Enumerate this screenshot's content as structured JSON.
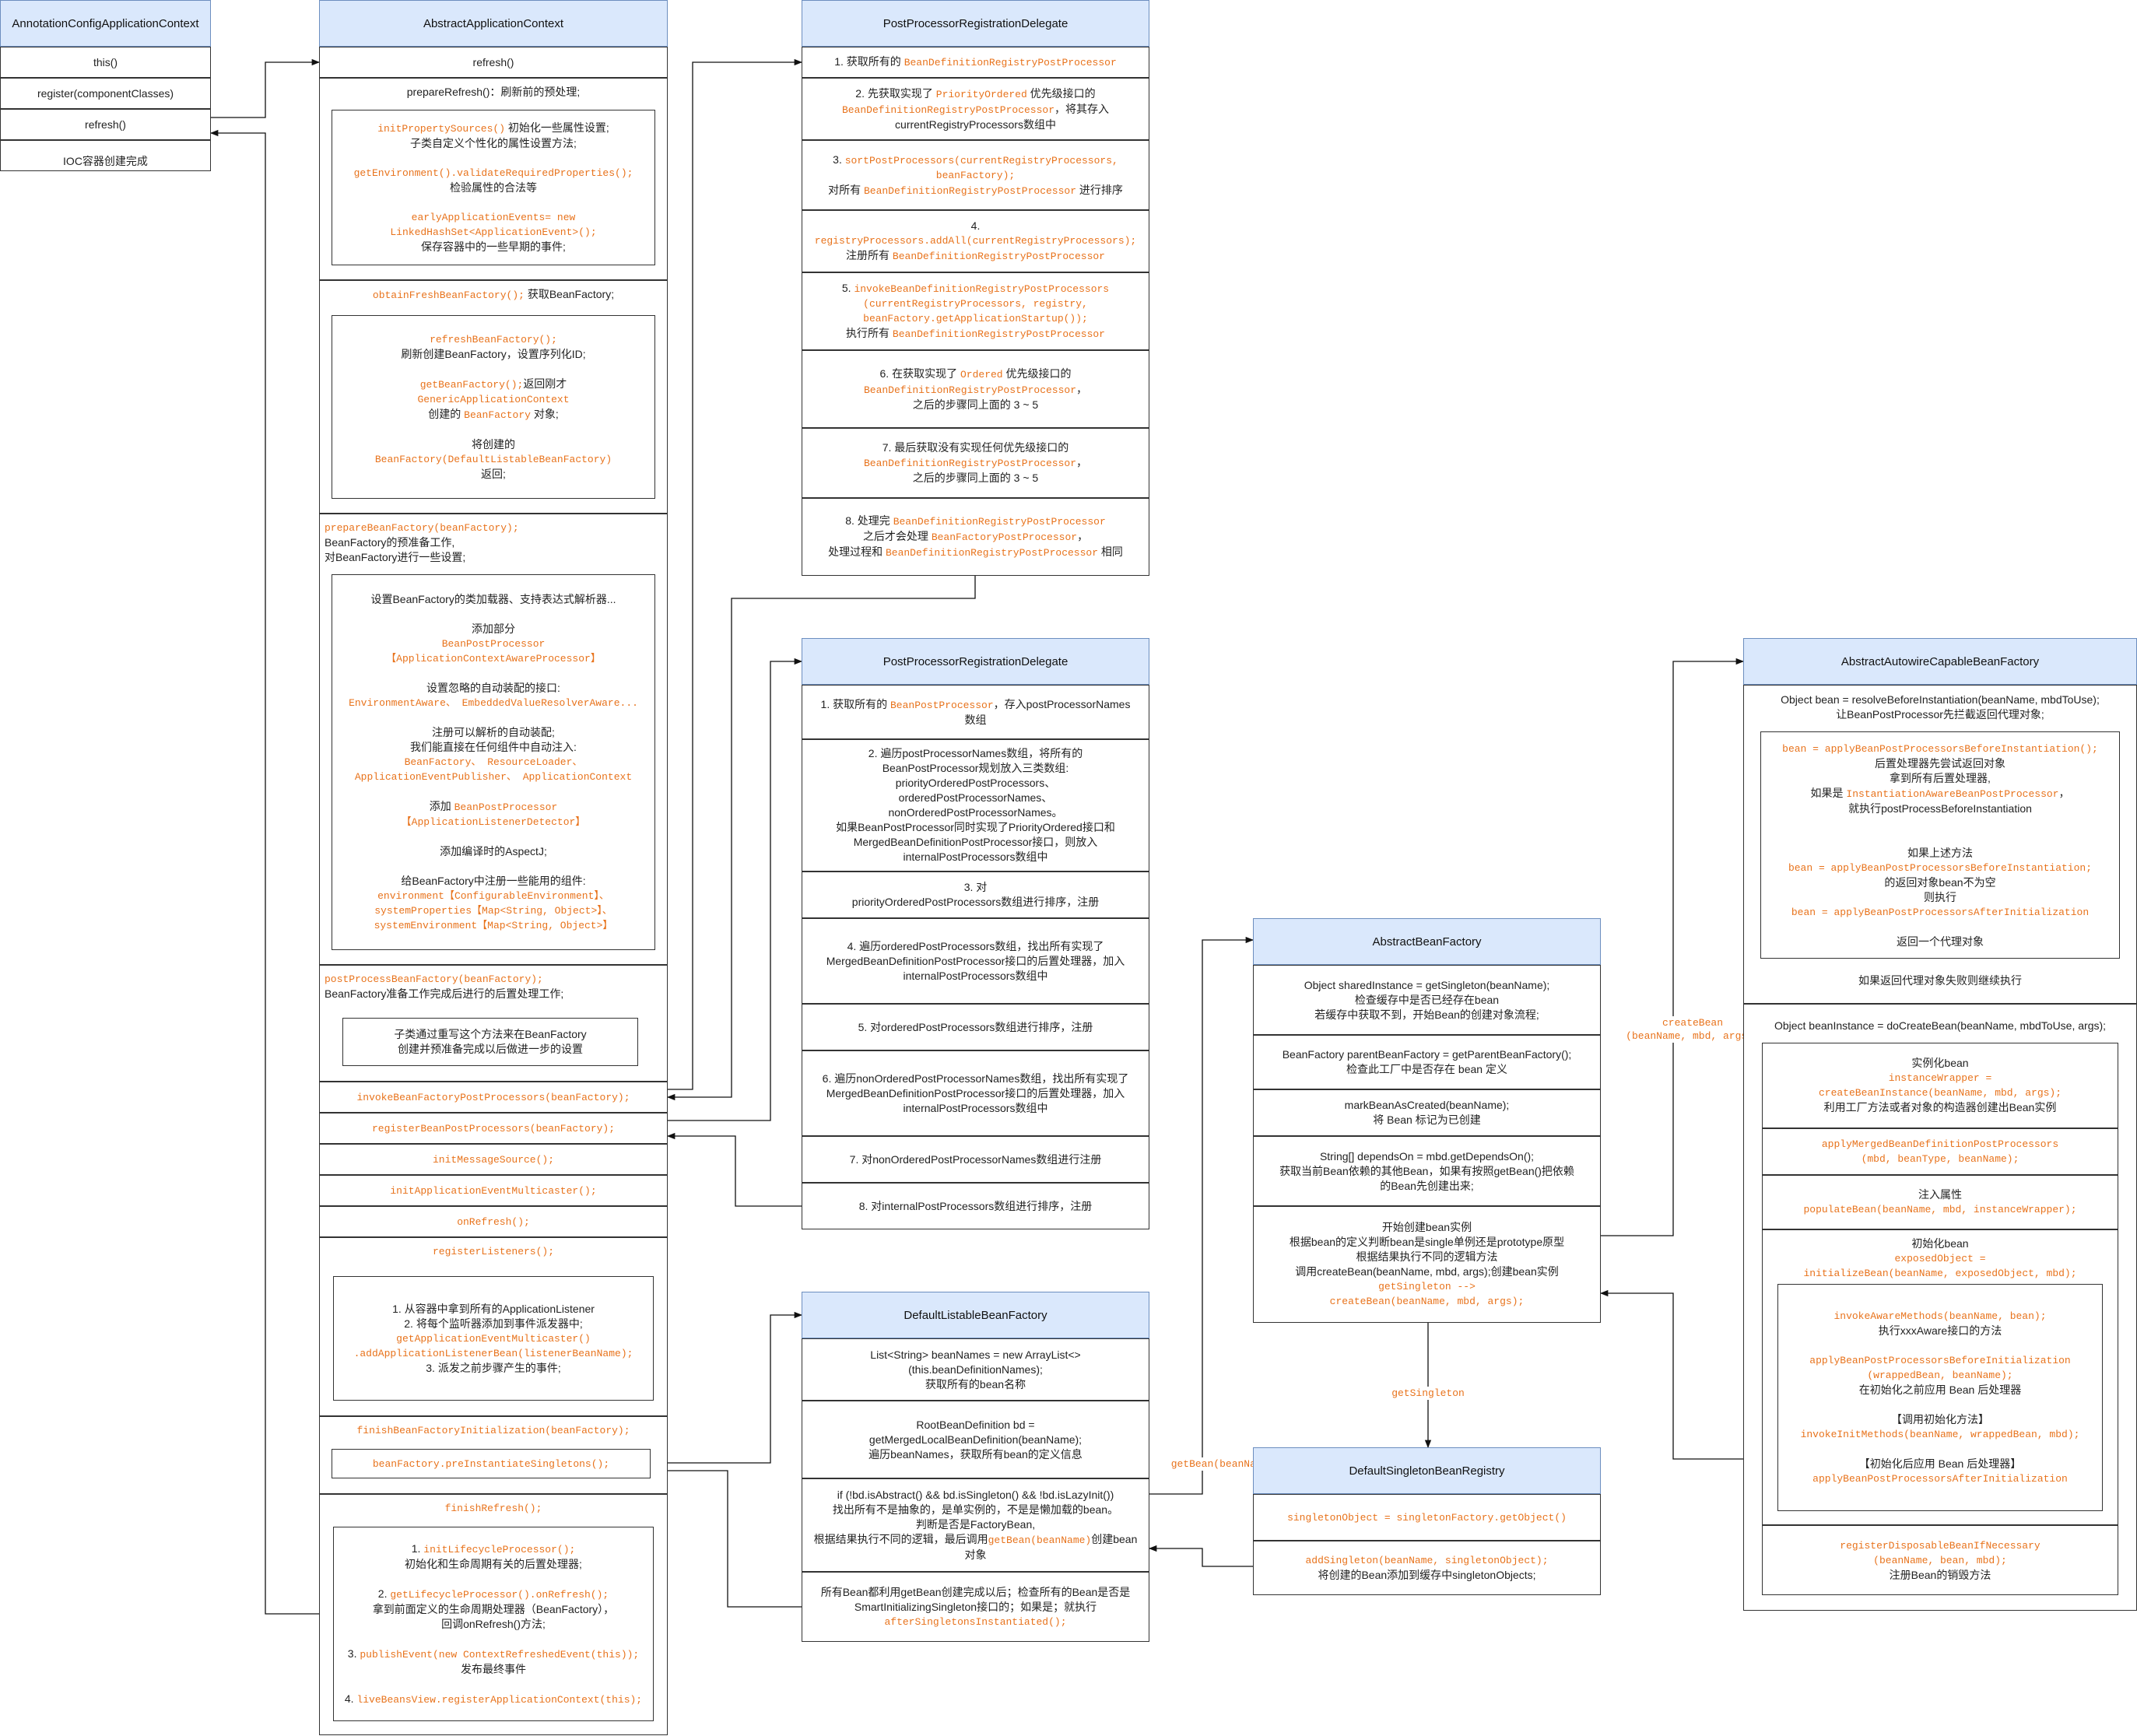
{
  "annotation_context": {
    "title": "AnnotationConfigApplicationContext",
    "rows": [
      "this()",
      "register(componentClasses)",
      "refresh()"
    ],
    "last": "IOC容器创建完成"
  },
  "abstract_app_context": {
    "title": "AbstractApplicationContext",
    "refresh": "refresh()",
    "prepare_refresh": {
      "title": "prepareRefresh()：刷新前的预处理;",
      "inner": [
        {
          "code": "initPropertySources()",
          "text": "初始化一些属性设置;"
        },
        {
          "text": "子类自定义个性化的属性设置方法;"
        },
        {
          "code": "getEnvironment().validateRequiredProperties();"
        },
        {
          "text": "检验属性的合法等"
        },
        {
          "code": "earlyApplicationEvents= new"
        },
        {
          "code": "LinkedHashSet<ApplicationEvent>();"
        },
        {
          "text": "保存容器中的一些早期的事件;"
        }
      ]
    },
    "obtain_bean_factory": {
      "title_code": "obtainFreshBeanFactory();",
      "title_text": "获取BeanFactory;",
      "inner": [
        {
          "code": "refreshBeanFactory();"
        },
        {
          "text": "刷新创建BeanFactory，设置序列化ID;"
        },
        {
          "code": "getBeanFactory();",
          "text": "返回刚才"
        },
        {
          "code": "GenericApplicationContext"
        },
        {
          "text": "创建的",
          "code": "BeanFactory",
          "text2": "对象;"
        },
        {
          "text": "将创建的"
        },
        {
          "code": "BeanFactory(DefaultListableBeanFactory)"
        },
        {
          "text": "返回;"
        }
      ]
    },
    "prepare_bean_factory": {
      "title_code": "prepareBeanFactory(beanFactory);",
      "title_lines": [
        "BeanFactory的预准备工作,",
        "对BeanFactory进行一些设置;"
      ],
      "inner": [
        {
          "text": "设置BeanFactory的类加载器、支持表达式解析器..."
        },
        {
          "text": "添加部分"
        },
        {
          "code": "BeanPostProcessor"
        },
        {
          "code": "【ApplicationContextAwareProcessor】"
        },
        {
          "text": "设置忽略的自动装配的接口:"
        },
        {
          "code": "EnvironmentAware、 EmbeddedValueResolverAware..."
        },
        {
          "text": "注册可以解析的自动装配;"
        },
        {
          "text": "我们能直接在任何组件中自动注入:"
        },
        {
          "code": "BeanFactory、 ResourceLoader、"
        },
        {
          "code": "ApplicationEventPublisher、 ApplicationContext"
        },
        {
          "text": "添加",
          "code": "BeanPostProcessor"
        },
        {
          "code": "【ApplicationListenerDetector】"
        },
        {
          "text": "添加编译时的AspectJ;"
        },
        {
          "text": "给BeanFactory中注册一些能用的组件:"
        },
        {
          "code": "environment【ConfigurableEnvironment】、"
        },
        {
          "code": "systemProperties【Map<String, Object>】、"
        },
        {
          "code": "systemEnvironment【Map<String, Object>】"
        }
      ]
    },
    "post_process_bean_factory": {
      "title_code": "postProcessBeanFactory(beanFactory);",
      "title_text": "BeanFactory准备工作完成后进行的后置处理工作;",
      "inner": [
        "子类通过重写这个方法来在BeanFactory",
        "创建并预准备完成以后做进一步的设置"
      ]
    },
    "invoke_bfpp": "invokeBeanFactoryPostProcessors(beanFactory);",
    "register_bpp": "registerBeanPostProcessors(beanFactory);",
    "init_message_source": "initMessageSource();",
    "init_multicaster": "initApplicationEventMulticaster();",
    "on_refresh": "onRefresh();",
    "register_listeners": {
      "title_code": "registerListeners();",
      "inner": [
        {
          "text": "1. 从容器中拿到所有的ApplicationListener"
        },
        {
          "text": "2. 将每个监听器添加到事件派发器中;"
        },
        {
          "code": "getApplicationEventMulticaster()"
        },
        {
          "code": ".addApplicationListenerBean(listenerBeanName);"
        },
        {
          "text": "3. 派发之前步骤产生的事件;"
        }
      ]
    },
    "finish_bf_init": {
      "title_code": "finishBeanFactoryInitialization(beanFactory);",
      "inner_code": "beanFactory.preInstantiateSingletons();"
    },
    "finish_refresh": {
      "title_code": "finishRefresh();",
      "inner": [
        {
          "text": "1. ",
          "code": "initLifecycleProcessor();"
        },
        {
          "text": "初始化和生命周期有关的后置处理器;"
        },
        {
          "text": "2. ",
          "code": "getLifecycleProcessor().onRefresh();"
        },
        {
          "text": "拿到前面定义的生命周期处理器（BeanFactory），"
        },
        {
          "text": "回调onRefresh()方法;"
        },
        {
          "text": "3. ",
          "code": "publishEvent(new ContextRefreshedEvent(this));"
        },
        {
          "text": "发布最终事件"
        },
        {
          "text": "4. ",
          "code": "liveBeansView.registerApplicationContext(this);"
        }
      ]
    }
  },
  "pprd_1": {
    "title": "PostProcessorRegistrationDelegate",
    "rows": [
      [
        {
          "text": "1. 获取所有的 ",
          "code": "BeanDefinitionRegistryPostProcessor"
        }
      ],
      [
        {
          "text": "2. 先获取实现了 ",
          "code": "PriorityOrdered",
          "text2": " 优先级接口的"
        },
        {
          "code": "BeanDefinitionRegistryPostProcessor",
          "text": "，将其存入"
        },
        {
          "text": "currentRegistryProcessors数组中"
        }
      ],
      [
        {
          "text": "3. ",
          "code": "sortPostProcessors(currentRegistryProcessors,"
        },
        {
          "code": "beanFactory);"
        },
        {
          "text": "对所有 ",
          "code": "BeanDefinitionRegistryPostProcessor",
          "text2": " 进行排序"
        }
      ],
      [
        {
          "text": "4."
        },
        {
          "code": "registryProcessors.addAll(currentRegistryProcessors);"
        },
        {
          "text": "注册所有 ",
          "code": "BeanDefinitionRegistryPostProcessor"
        }
      ],
      [
        {
          "text": "5. ",
          "code": "invokeBeanDefinitionRegistryPostProcessors"
        },
        {
          "code": "(currentRegistryProcessors, registry,"
        },
        {
          "code": "beanFactory.getApplicationStartup());"
        },
        {
          "text": "执行所有 ",
          "code": "BeanDefinitionRegistryPostProcessor"
        }
      ],
      [
        {
          "text": "6. 在获取实现了 ",
          "code": "Ordered",
          "text2": " 优先级接口的"
        },
        {
          "code": "BeanDefinitionRegistryPostProcessor",
          "text": "，"
        },
        {
          "text": "之后的步骤同上面的 3 ~ 5"
        }
      ],
      [
        {
          "text": "7. 最后获取没有实现任何优先级接口的"
        },
        {
          "code": "BeanDefinitionRegistryPostProcessor",
          "text": "，"
        },
        {
          "text": "之后的步骤同上面的 3 ~ 5"
        }
      ],
      [
        {
          "text": "8. 处理完 ",
          "code": "BeanDefinitionRegistryPostProcessor"
        },
        {
          "text": "之后才会处理 ",
          "code": "BeanFactoryPostProcessor",
          "text2": "，"
        },
        {
          "text": "处理过程和 ",
          "code": "BeanDefinitionRegistryPostProcessor",
          "text2": " 相同"
        }
      ]
    ]
  },
  "pprd_2": {
    "title": "PostProcessorRegistrationDelegate",
    "rows": [
      [
        {
          "text": "1. 获取所有的 ",
          "code": "BeanPostProcessor",
          "text2": "，存入postProcessorNames"
        },
        {
          "text": "数组"
        }
      ],
      [
        {
          "text": "2. 遍历postProcessorNames数组，将所有的"
        },
        {
          "text": "BeanPostProcessor规划放入三类数组:"
        },
        {
          "text": "priorityOrderedPostProcessors、"
        },
        {
          "text": "orderedPostProcessorNames、"
        },
        {
          "text": "nonOrderedPostProcessorNames。"
        },
        {
          "text": "如果BeanPostProcessor同时实现了PriorityOrdered接口和"
        },
        {
          "text": "MergedBeanDefinitionPostProcessor接口，则放入"
        },
        {
          "text": "internalPostProcessors数组中"
        }
      ],
      [
        {
          "text": "3. 对"
        },
        {
          "text": "priorityOrderedPostProcessors数组进行排序，注册"
        }
      ],
      [
        {
          "text": "4. 遍历orderedPostProcessors数组，找出所有实现了"
        },
        {
          "text": "MergedBeanDefinitionPostProcessor接口的后置处理器，加入"
        },
        {
          "text": "internalPostProcessors数组中"
        }
      ],
      [
        {
          "text": "5. 对orderedPostProcessors数组进行排序，注册"
        }
      ],
      [
        {
          "text": "6. 遍历nonOrderedPostProcessorNames数组，找出所有实现了"
        },
        {
          "text": "MergedBeanDefinitionPostProcessor接口的后置处理器，加入"
        },
        {
          "text": "internalPostProcessors数组中"
        }
      ],
      [
        {
          "text": "7. 对nonOrderedPostProcessorNames数组进行注册"
        }
      ],
      [
        {
          "text": "8. 对internalPostProcessors数组进行排序，注册"
        }
      ]
    ]
  },
  "dlbf": {
    "title": "DefaultListableBeanFactory",
    "rows": [
      [
        {
          "text": "List<String> beanNames = new ArrayList<>"
        },
        {
          "text": "(this.beanDefinitionNames);"
        },
        {
          "text": "获取所有的bean名称"
        }
      ],
      [
        {
          "text": "RootBeanDefinition bd ="
        },
        {
          "text": "getMergedLocalBeanDefinition(beanName);"
        },
        {
          "text": "遍历beanNames，获取所有bean的定义信息"
        }
      ],
      [
        {
          "text": "if (!bd.isAbstract() && bd.isSingleton() && !bd.isLazyInit())"
        },
        {
          "text": "找出所有不是抽象的，是单实例的，不是是懒加载的bean。"
        },
        {
          "text": "判断是否是FactoryBean,"
        },
        {
          "text": "根据结果执行不同的逻辑，最后调用",
          "code": "getBean(beanName)",
          "text2": "创建bean"
        },
        {
          "text": "对象"
        }
      ],
      [
        {
          "text": "所有Bean都利用getBean创建完成以后；检查所有的Bean是否是"
        },
        {
          "text": "SmartInitializingSingleton接口的；如果是；就执行"
        },
        {
          "code": "afterSingletonsInstantiated();"
        }
      ]
    ]
  },
  "abf": {
    "title": "AbstractBeanFactory",
    "rows": [
      [
        {
          "text": "Object sharedInstance = getSingleton(beanName);"
        },
        {
          "text": "检查缓存中是否已经存在bean"
        },
        {
          "text": "若缓存中获取不到，开始Bean的创建对象流程;"
        }
      ],
      [
        {
          "text": "BeanFactory parentBeanFactory = getParentBeanFactory();"
        },
        {
          "text": "检查此工厂中是否存在 bean 定义"
        }
      ],
      [
        {
          "text": "markBeanAsCreated(beanName);"
        },
        {
          "text": "将 Bean 标记为已创建"
        }
      ],
      [
        {
          "text": "String[] dependsOn = mbd.getDependsOn();"
        },
        {
          "text": "获取当前Bean依赖的其他Bean，如果有按照getBean()把依赖"
        },
        {
          "text": "的Bean先创建出来;"
        }
      ],
      [
        {
          "text": "开始创建bean实例"
        },
        {
          "text": "根据bean的定义判断bean是single单例还是prototype原型"
        },
        {
          "text": "根据结果执行不同的逻辑方法"
        },
        {
          "text": "调用createBean(beanName, mbd, args);创建bean实例"
        },
        {
          "text": " "
        },
        {
          "code": "getSingleton -->"
        },
        {
          "code": "createBean(beanName, mbd, args);"
        }
      ]
    ]
  },
  "dsbr": {
    "title": "DefaultSingletonBeanRegistry",
    "rows": [
      [
        {
          "code": "singletonObject = singletonFactory.getObject()"
        }
      ],
      [
        {
          "code": "addSingleton(beanName, singletonObject);"
        },
        {
          "text": "将创建的Bean添加到缓存中singletonObjects;"
        }
      ]
    ]
  },
  "aacbf": {
    "title": "AbstractAutowireCapableBeanFactory",
    "top_lines": [
      "Object bean = resolveBeforeInstantiation(beanName, mbdToUse);",
      "让BeanPostProcessor先拦截返回代理对象;"
    ],
    "inner1": [
      {
        "code": "bean = applyBeanPostProcessorsBeforeInstantiation();"
      },
      {
        "text": "后置处理器先尝试返回对象"
      },
      {
        "text": "拿到所有后置处理器,"
      },
      {
        "text": "如果是 ",
        "code": "InstantiationAwareBeanPostProcessor",
        "text2": "，"
      },
      {
        "text": "就执行postProcessBeforeInstantiation"
      },
      {
        "text": "如果上述方法"
      },
      {
        "code": "bean = applyBeanPostProcessorsBeforeInstantiation;"
      },
      {
        "text": "的返回对象bean不为空"
      },
      {
        "text": "则执行"
      },
      {
        "code": "bean = applyBeanPostProcessorsAfterInitialization"
      },
      {
        "text": "返回一个代理对象"
      }
    ],
    "fail_text": "如果返回代理对象失败则继续执行",
    "do_create": "Object beanInstance = doCreateBean(beanName, mbdToUse, args);",
    "inner2": [
      {
        "lines": [
          {
            "text": "实例化bean"
          },
          {
            "code": "instanceWrapper ="
          },
          {
            "code": "createBeanInstance(beanName, mbd, args);"
          },
          {
            "text": "利用工厂方法或者对象的构造器创建出Bean实例"
          }
        ]
      },
      {
        "lines": [
          {
            "code": "applyMergedBeanDefinitionPostProcessors"
          },
          {
            "code": "(mbd, beanType, beanName);"
          }
        ]
      },
      {
        "lines": [
          {
            "text": "注入属性"
          },
          {
            "code": "populateBean(beanName, mbd, instanceWrapper);"
          }
        ]
      }
    ],
    "init_bean": {
      "lines": [
        {
          "text": "初始化bean"
        },
        {
          "code": "exposedObject ="
        },
        {
          "code": "initializeBean(beanName, exposedObject, mbd);"
        }
      ],
      "inner": [
        {
          "code": "invokeAwareMethods(beanName, bean);"
        },
        {
          "text": "执行xxxAware接口的方法"
        },
        {
          "code": "applyBeanPostProcessorsBeforeInitialization"
        },
        {
          "code": "(wrappedBean, beanName);"
        },
        {
          "text": "在初始化之前应用 Bean 后处理器"
        },
        {
          "text": "【调用初始化方法】"
        },
        {
          "code": "invokeInitMethods(beanName, wrappedBean, mbd);"
        },
        {
          "text": "【初始化后应用 Bean 后处理器】"
        },
        {
          "code": "applyBeanPostProcessorsAfterInitialization"
        }
      ]
    },
    "register_disposable": [
      {
        "code": "registerDisposableBeanIfNecessary"
      },
      {
        "code": "(beanName, bean, mbd);"
      },
      {
        "text": "注册Bean的销毁方法"
      }
    ]
  },
  "edge_labels": {
    "create_bean": [
      "createBean",
      "(beanName, mbd, args);"
    ],
    "get_singleton": "getSingleton",
    "get_bean": "getBean(beanName)"
  },
  "colors": {
    "header_fill": "#dae8fc",
    "header_border": "#6c8ebf",
    "code": "#e8731c",
    "line": "#333333"
  }
}
